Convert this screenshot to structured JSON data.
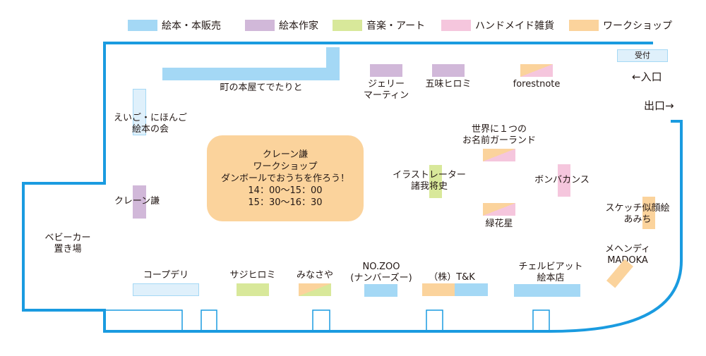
{
  "legend": [
    {
      "label": "絵本・本販売",
      "color": "#a4d8f5"
    },
    {
      "label": "絵本作家",
      "color": "#d1b8d9"
    },
    {
      "label": "音楽・アート",
      "color": "#d8e89a"
    },
    {
      "label": "ハンドメイド雑貨",
      "color": "#f5c6dd"
    },
    {
      "label": "ワークショップ",
      "color": "#fbd39c"
    }
  ],
  "facilities": {
    "reception": "受付",
    "entrance": "←入口",
    "exit": "出口→",
    "stroller": "ベビーカー\n置き場"
  },
  "workshop": {
    "line1": "クレーン謙",
    "line2": "ワークショップ",
    "line3": "ダンボールでおうちを作ろう！",
    "time1": "14：00〜15：00",
    "time2": "15：30〜16：30"
  },
  "booths": {
    "machi": "町の本屋てでたりと",
    "jelly": "ジェリー\nマーティン",
    "gomi": "五味ヒロミ",
    "forestnote": "forestnote",
    "eigo": "えいご・にほんご\n絵本の会",
    "crane": "クレーン謙",
    "sekai": "世界に１つの\nお名前ガーランド",
    "illust": "イラストレーター\n諸我将史",
    "bonba": "ボンバカンス",
    "ryoku": "緑花星",
    "sketch": "スケッチ似顔絵\nあみち",
    "mehndi": "メヘンディ\nMADOKA",
    "coop": "コープデリ",
    "saji": "サジヒロミ",
    "minasaya": "みなさや",
    "nozoo": "NO.ZOO\n(ナンバーズー)",
    "tk": "（株）T&K",
    "chel": "チェルビアット\n絵本店"
  }
}
